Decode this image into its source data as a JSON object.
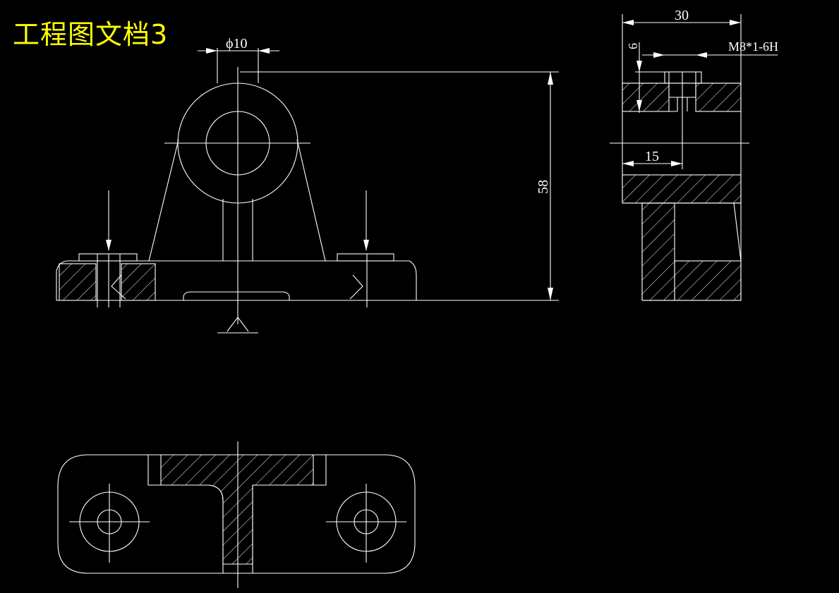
{
  "drawing": {
    "title": "工程图文档3",
    "colors": {
      "background": "#000000",
      "lines": "#ffffff",
      "title": "#ffff00"
    },
    "dimensions": {
      "hole_diameter": "ϕ10",
      "overall_height": "58",
      "depth_width": "30",
      "thread_depth": "6",
      "thread_spec": "M8*1-6H",
      "center_offset": "15"
    }
  }
}
